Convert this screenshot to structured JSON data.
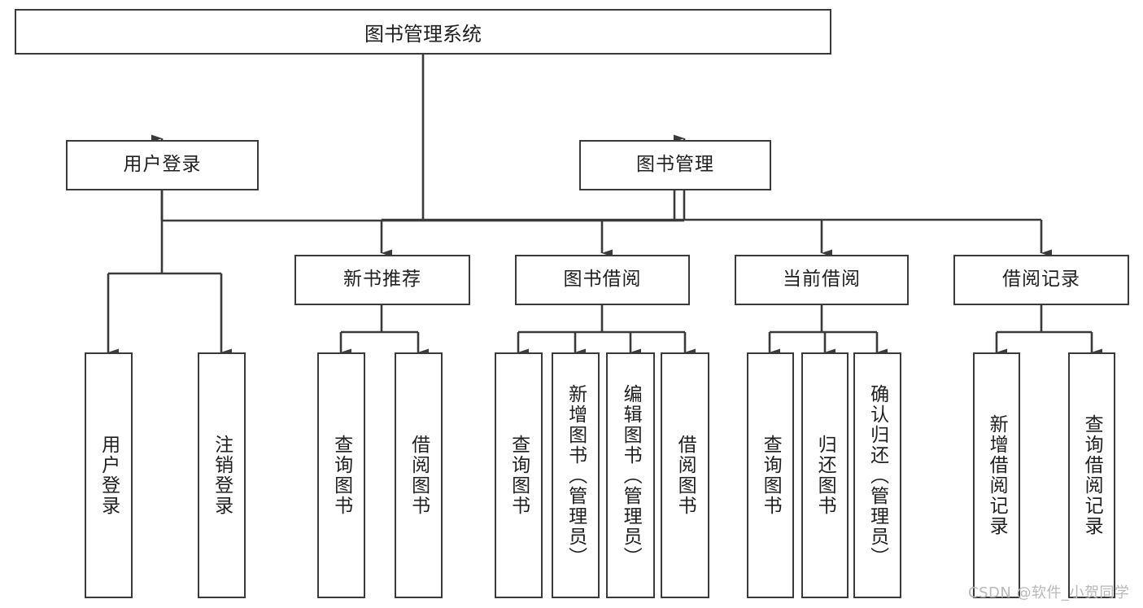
{
  "diagram": {
    "type": "tree",
    "title": "图书管理系统",
    "root": {
      "label": "图书管理系统"
    },
    "level1": [
      {
        "label": "用户登录"
      },
      {
        "label": "图书管理"
      }
    ],
    "level2": [
      {
        "label": "新书推荐"
      },
      {
        "label": "图书借阅"
      },
      {
        "label": "当前借阅"
      },
      {
        "label": "借阅记录"
      }
    ],
    "leaves": {
      "user_login": [
        {
          "label": "用户登录"
        },
        {
          "label": "注销登录"
        }
      ],
      "new_book": [
        {
          "label": "查询图书"
        },
        {
          "label": "借阅图书"
        }
      ],
      "book_borrow": [
        {
          "label": "查询图书"
        },
        {
          "label": "新增图书（管理员）"
        },
        {
          "label": "编辑图书（管理员）"
        },
        {
          "label": "借阅图书"
        }
      ],
      "current_borrow": [
        {
          "label": "查询图书"
        },
        {
          "label": "归还图书"
        },
        {
          "label": "确认归还（管理员）"
        }
      ],
      "borrow_record": [
        {
          "label": "新增借阅记录"
        },
        {
          "label": "查询借阅记录"
        }
      ]
    },
    "watermark": "CSDN @软件_小贺同学",
    "colors": {
      "stroke": "#3a3a3a",
      "fill": "#ffffff",
      "text": "#1f1f1f",
      "watermark": "#b8b8b8"
    }
  }
}
